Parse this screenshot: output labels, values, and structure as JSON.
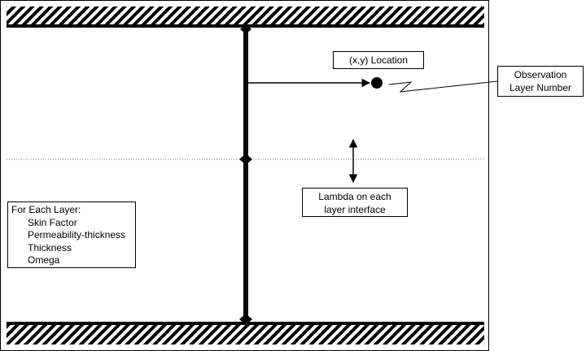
{
  "labels": {
    "location": "(x,y) Location",
    "lambda_line1": "Lambda on each",
    "lambda_line2": "layer interface",
    "observation_line1": "Observation",
    "observation_line2": "Layer Number"
  },
  "layer_properties": {
    "heading": "For Each Layer:",
    "items": [
      "Skin Factor",
      "Permeability-thickness",
      "Thickness",
      "Omega"
    ]
  }
}
